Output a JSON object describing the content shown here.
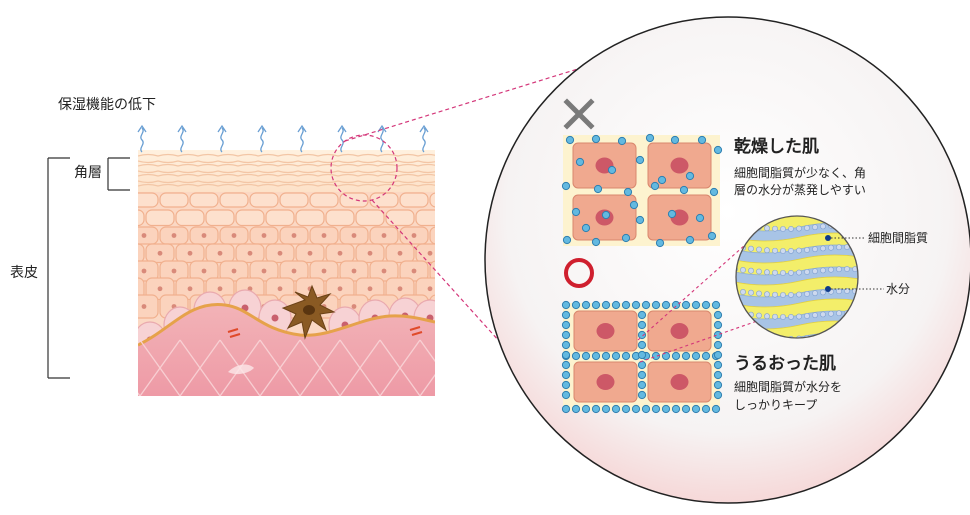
{
  "labels": {
    "title": "保湿機能の低下",
    "stratum_corneum": "角層",
    "epidermis": "表皮"
  },
  "dry_skin": {
    "mark": "×",
    "heading": "乾燥した肌",
    "desc_line1": "細胞間脂質が少なく、角",
    "desc_line2": "層の水分が蒸発しやすい"
  },
  "moist_skin": {
    "mark": "○",
    "heading": "うるおった肌",
    "desc_line1": "細胞間脂質が水分を",
    "desc_line2": "しっかりキープ"
  },
  "lipid_detail": {
    "lipid_label": "細胞間脂質",
    "water_label": "水分"
  },
  "colors": {
    "water_dot": "#63b9e0",
    "cell": "#f0a98f",
    "nucleus": "#c94f63",
    "lipid_yellow": "#f3ee6a",
    "lipid_blue": "#a8c4e6",
    "dashed_magenta": "#d4377a",
    "ok_mark": "#cf1f2e",
    "ng_mark": "#7a7a7a"
  }
}
